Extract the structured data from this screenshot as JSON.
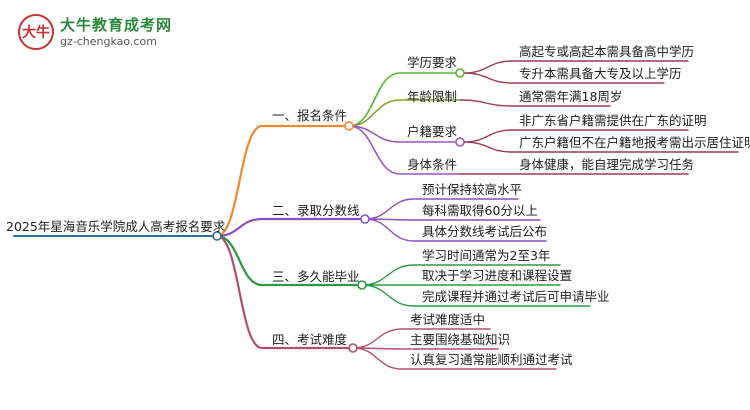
{
  "logo": {
    "title": "大牛教育成考网",
    "url": "gz-chengkao.com",
    "mark_text": "大牛"
  },
  "colors": {
    "root": "#2f6f8f",
    "branch1": "#f08a2e",
    "branch2": "#8a4fc2",
    "branch3": "#2d9a45",
    "branch4": "#b05070",
    "sub_green": "#55b82e",
    "sub_purple": "#9a5ab8",
    "sub_olive": "#8aa030",
    "leaf_maroon": "#9a3c52"
  },
  "root": "2025年星海音乐学院成人高考报名要求",
  "branches": [
    {
      "label": "一、报名条件",
      "children": [
        {
          "label": "学历要求",
          "children": [
            "高起专或高起本需具备高中学历",
            "专升本需具备大专及以上学历"
          ]
        },
        {
          "label": "年龄限制",
          "children": [
            "通常需年满18周岁"
          ]
        },
        {
          "label": "户籍要求",
          "children": [
            "非广东省户籍需提供在广东的证明",
            "广东户籍但不在户籍地报考需出示居住证明"
          ]
        },
        {
          "label": "身体条件",
          "children": [
            "身体健康，能自理完成学习任务"
          ]
        }
      ]
    },
    {
      "label": "二、录取分数线",
      "children": [
        "预计保持较高水平",
        "每科需取得60分以上",
        "具体分数线考试后公布"
      ]
    },
    {
      "label": "三、多久能毕业",
      "children": [
        "学习时间通常为2至3年",
        "取决于学习进度和课程设置",
        "完成课程并通过考试后可申请毕业"
      ]
    },
    {
      "label": "四、考试难度",
      "children": [
        "考试难度适中",
        "主要围绕基础知识",
        "认真复习通常能顺利通过考试"
      ]
    }
  ]
}
